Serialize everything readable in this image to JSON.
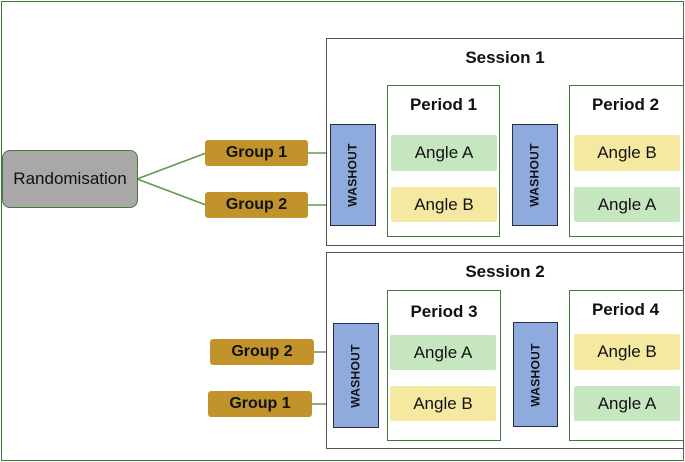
{
  "colors": {
    "frame_border": "#3f7a3a",
    "connector": "#5a9e4a",
    "randomisation_fill": "#a9a7a7",
    "group_fill": "#c2922b",
    "washout_fill": "#8faadc",
    "angle_a_fill": "#c6e6c0",
    "angle_b_fill": "#f5e9a2"
  },
  "randomisation": {
    "label": "Randomisation"
  },
  "session1": {
    "title": "Session 1",
    "groups": [
      "Group 1",
      "Group 2"
    ],
    "washout_label": "WASHOUT",
    "period_a": {
      "title": "Period 1",
      "angles": [
        "Angle A",
        "Angle B"
      ]
    },
    "period_b": {
      "title": "Period 2",
      "angles": [
        "Angle B",
        "Angle A"
      ]
    }
  },
  "session2": {
    "title": "Session 2",
    "groups": [
      "Group 2",
      "Group 1"
    ],
    "washout_label": "WASHOUT",
    "period_a": {
      "title": "Period 3",
      "angles": [
        "Angle A",
        "Angle B"
      ]
    },
    "period_b": {
      "title": "Period 4",
      "angles": [
        "Angle B",
        "Angle A"
      ]
    }
  }
}
